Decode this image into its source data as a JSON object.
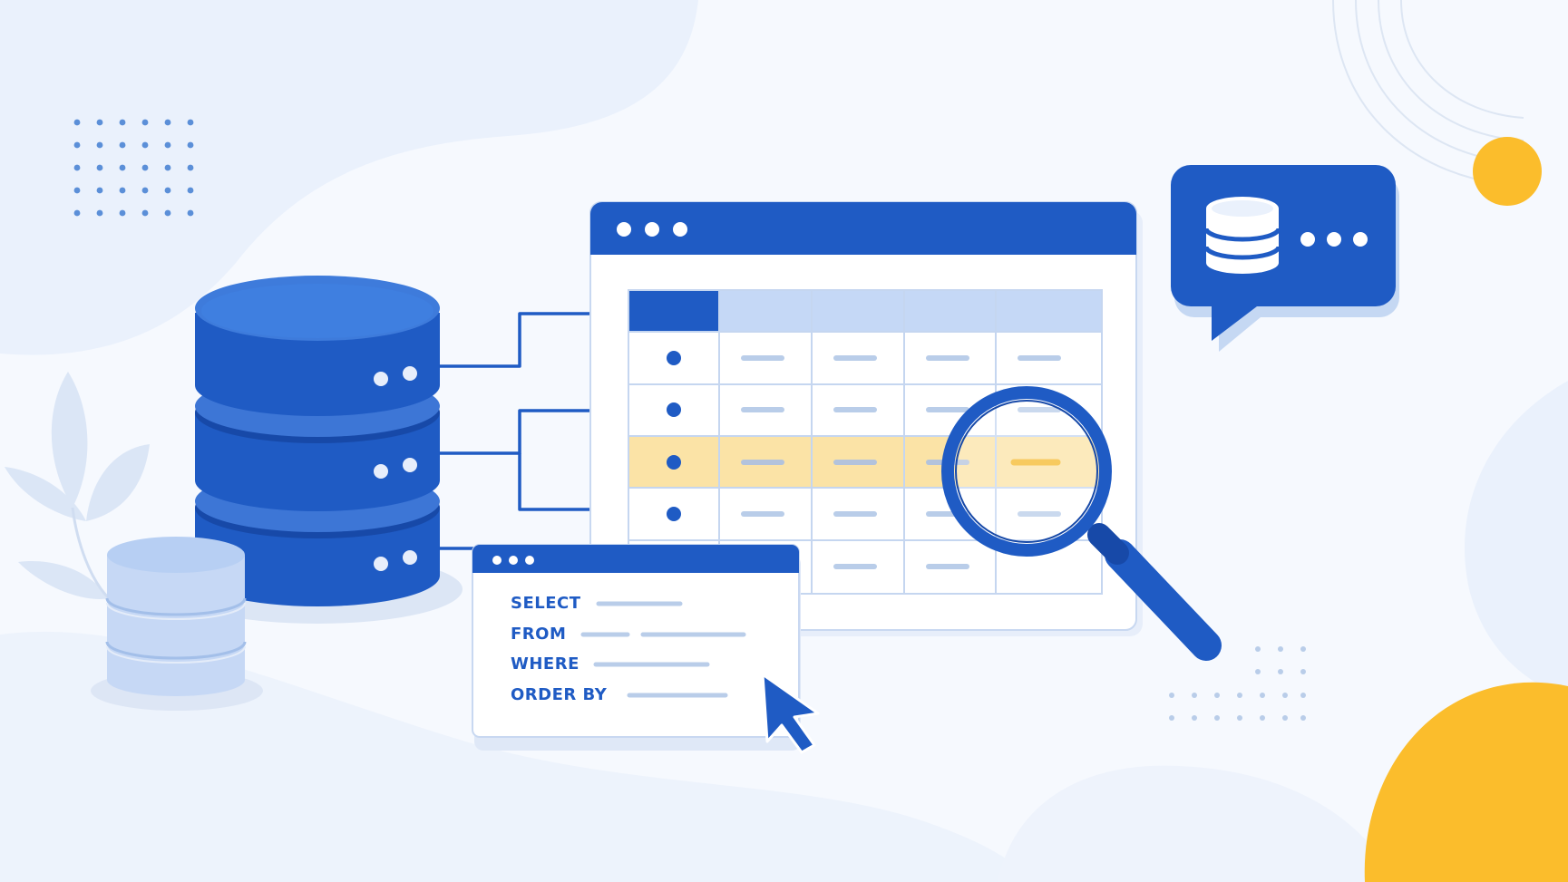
{
  "sql_panel": {
    "keywords": [
      "SELECT",
      "FROM",
      "WHERE",
      "ORDER BY"
    ]
  },
  "colors": {
    "brand_blue": "#1f5bc4",
    "dark_blue": "#1749a8",
    "light_blue": "#c5d8f6",
    "highlight_yellow": "#fbe3a6",
    "accent_yellow": "#fbbd2c",
    "background": "#f6f9fe"
  },
  "icons": {
    "database_server": "database-stack-icon",
    "small_database": "database-icon",
    "chat_bubble": "database-chat-bubble-icon",
    "magnifier": "magnifying-glass-icon",
    "cursor": "mouse-pointer-icon"
  }
}
